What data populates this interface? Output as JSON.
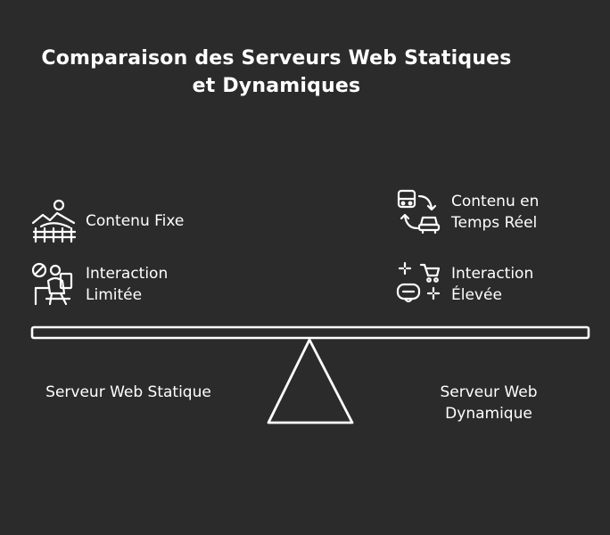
{
  "title": "Comparaison des Serveurs Web Statiques\net Dynamiques",
  "left": {
    "label": "Serveur Web Statique",
    "items": [
      {
        "text": "Contenu Fixe",
        "icon": "landscape-fence-icon"
      },
      {
        "text": "Interaction\nLimitée",
        "icon": "restricted-person-icon"
      }
    ]
  },
  "right": {
    "label": "Serveur Web\nDynamique",
    "items": [
      {
        "text": "Contenu en\nTemps Réel",
        "icon": "transport-exchange-icon"
      },
      {
        "text": "Interaction\nÉlevée",
        "icon": "vr-shopping-icon"
      }
    ]
  },
  "colors": {
    "background": "#2b2b2b",
    "stroke": "#ffffff"
  }
}
